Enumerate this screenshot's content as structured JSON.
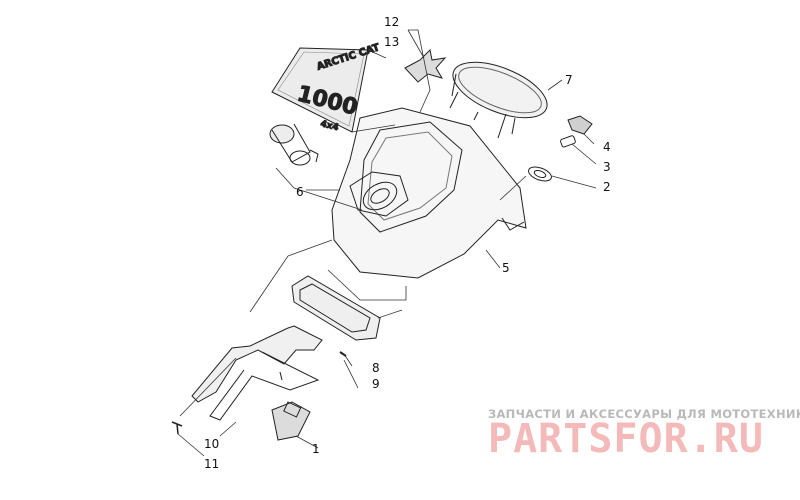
{
  "callouts": [
    {
      "id": "1",
      "label": "1"
    },
    {
      "id": "2",
      "label": "2"
    },
    {
      "id": "3",
      "label": "3"
    },
    {
      "id": "4",
      "label": "4"
    },
    {
      "id": "5",
      "label": "5"
    },
    {
      "id": "6",
      "label": "6"
    },
    {
      "id": "7",
      "label": "7"
    },
    {
      "id": "8",
      "label": "8"
    },
    {
      "id": "9",
      "label": "9"
    },
    {
      "id": "10",
      "label": "10"
    },
    {
      "id": "11",
      "label": "11"
    },
    {
      "id": "12",
      "label": "12"
    },
    {
      "id": "13",
      "label": "13"
    }
  ],
  "decal": {
    "brand": "ARCTIC CAT",
    "model": "1000",
    "badge": "4x4"
  },
  "watermark": {
    "tagline": "ЗАПЧАСТИ И АКСЕССУАРЫ ДЛЯ МОТОТЕХНИКИ",
    "site": "PARTSFOR.RU"
  }
}
